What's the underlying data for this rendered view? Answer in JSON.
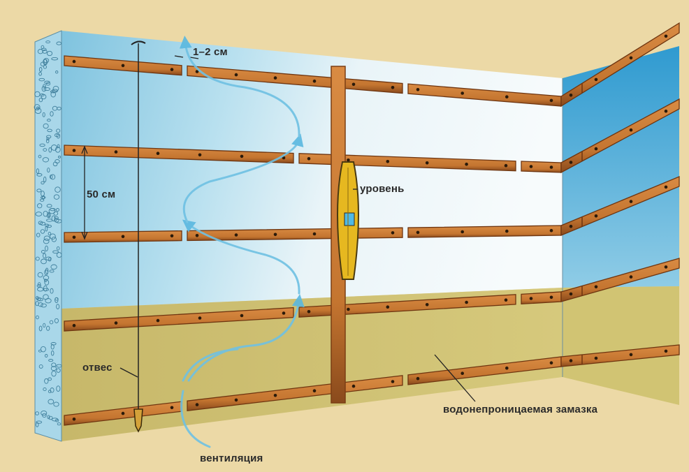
{
  "labels": {
    "gap": "1–2 см",
    "spacing": "50 см",
    "level": "уровень",
    "plumb": "отвес",
    "putty": "водонепроницаемая замазка",
    "ventilation": "вентиляция"
  },
  "colors": {
    "background": "#ecd9a6",
    "wall_blue": "#8ecbe3",
    "wall_white": "#f4f8fa",
    "lower_wall": "#c8b766",
    "batten": "#c97a34",
    "batten_dark": "#8a4a1c",
    "airflow": "#6fc1e3",
    "concrete_edge": "#9fd2e6"
  },
  "icons": {
    "level": "spirit-level-icon",
    "plumb": "plumb-bob-icon",
    "airflow": "airflow-arrow-icon"
  }
}
